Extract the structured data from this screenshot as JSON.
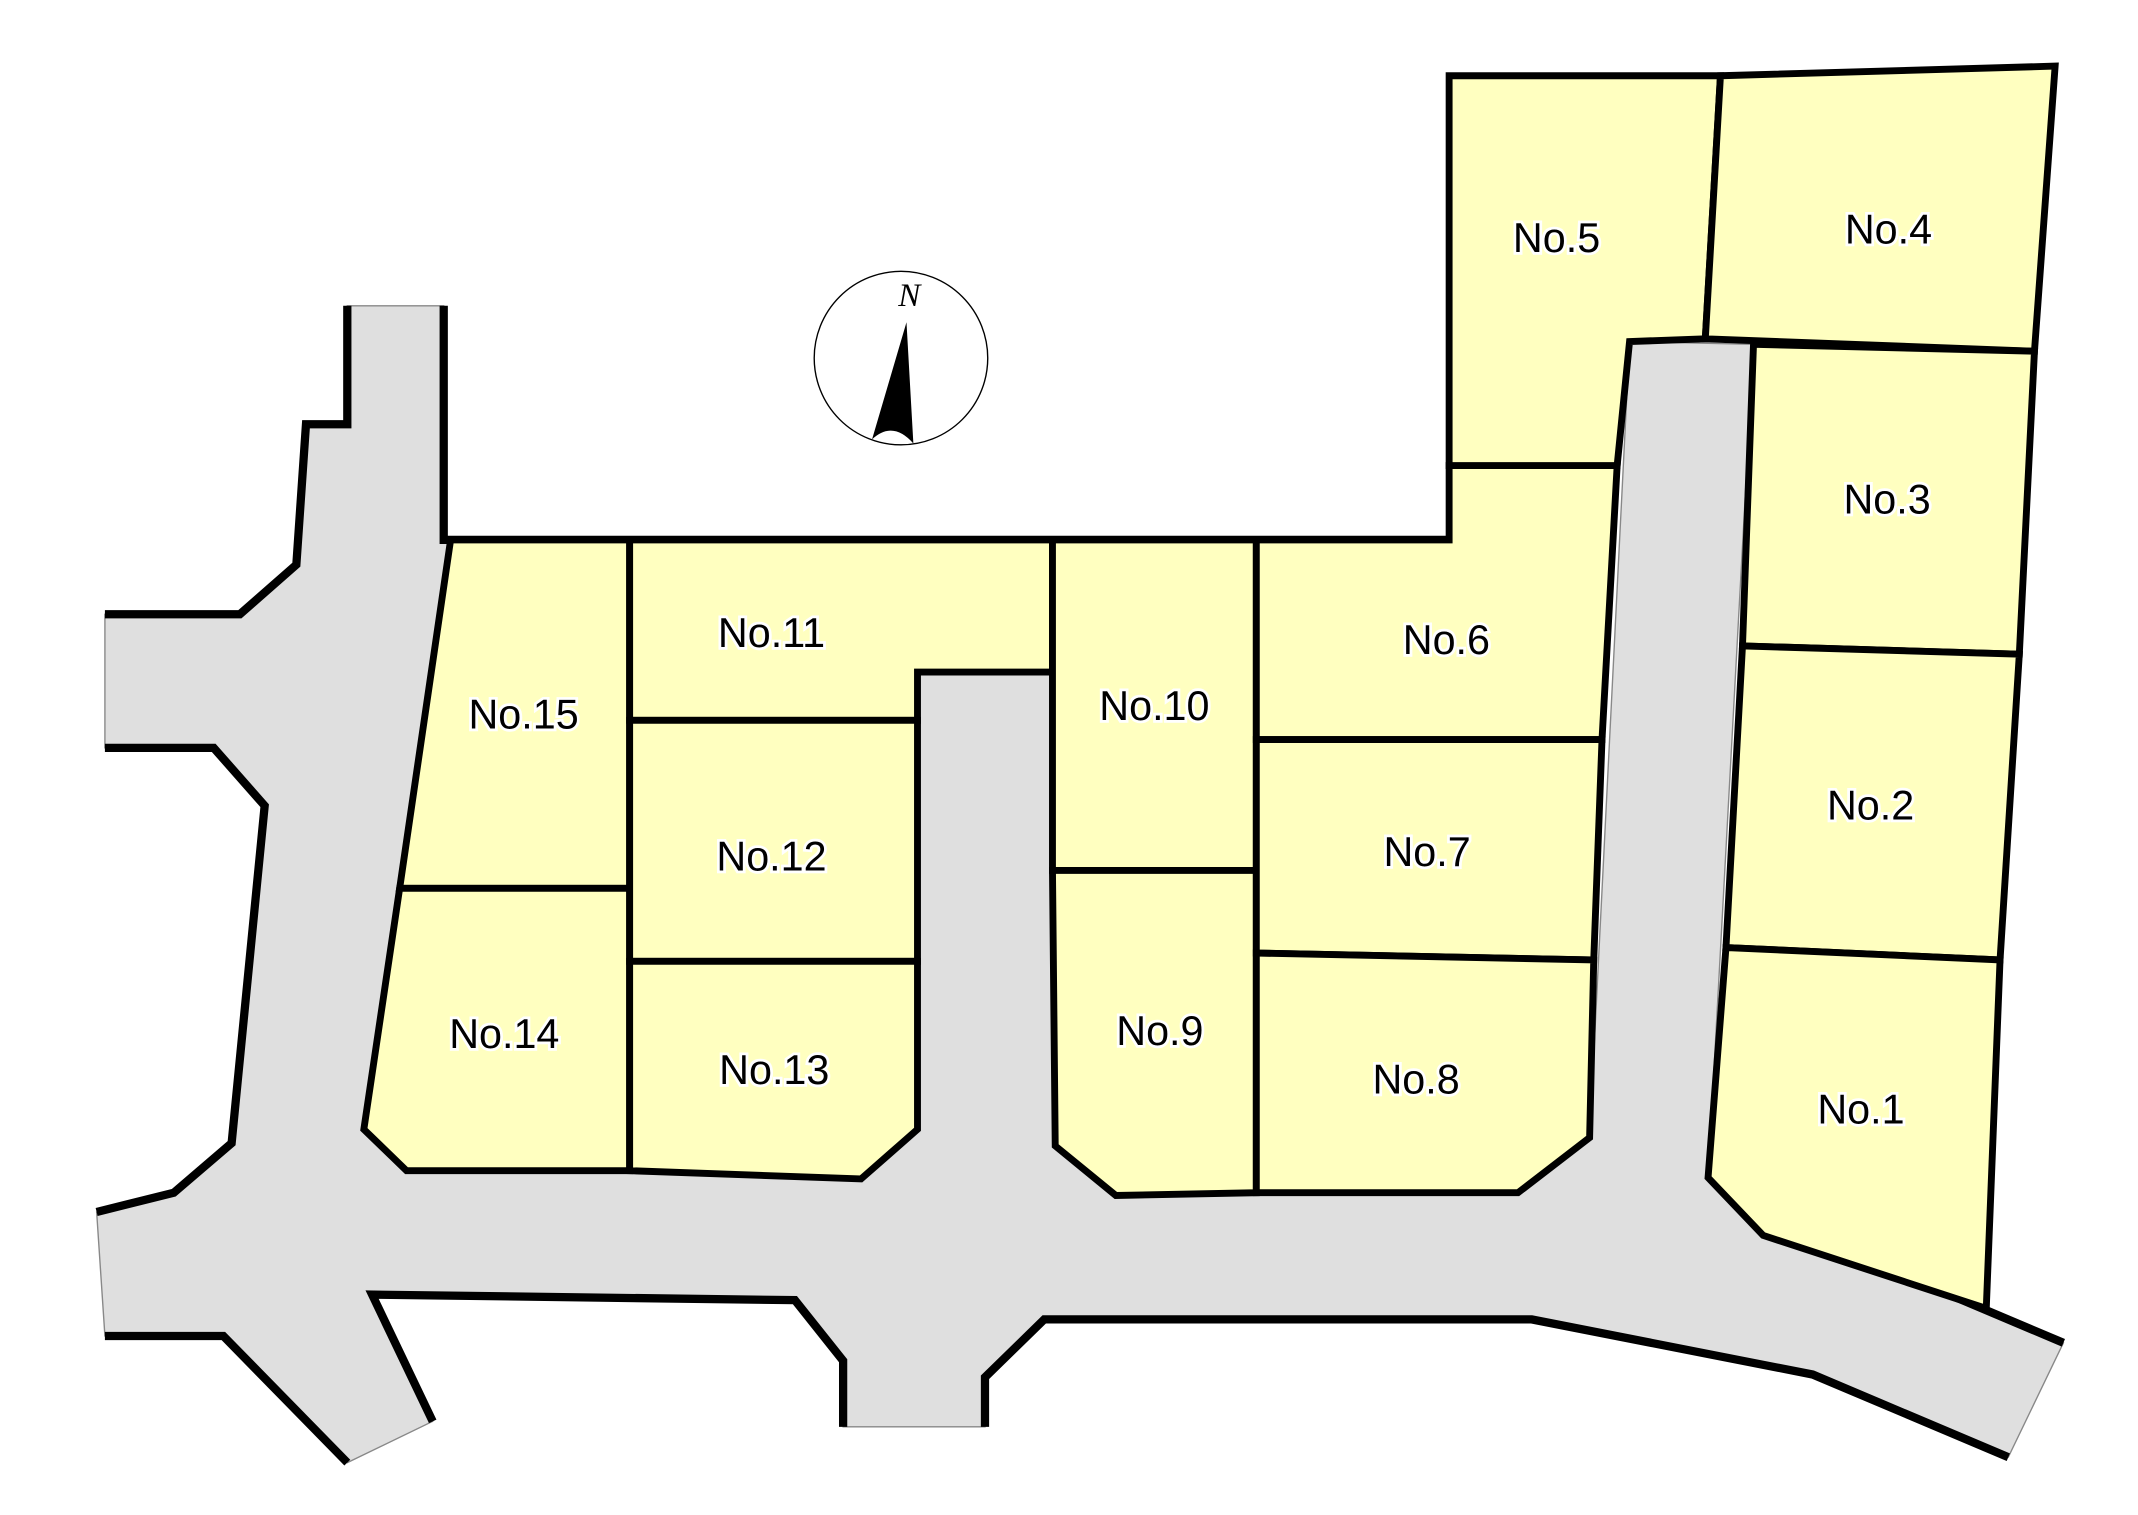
{
  "compass": {
    "label": "N",
    "icon": "north-arrow-icon"
  },
  "lots": [
    {
      "id": "1",
      "label": "No.1"
    },
    {
      "id": "2",
      "label": "No.2"
    },
    {
      "id": "3",
      "label": "No.3"
    },
    {
      "id": "4",
      "label": "No.4"
    },
    {
      "id": "5",
      "label": "No.5"
    },
    {
      "id": "6",
      "label": "No.6"
    },
    {
      "id": "7",
      "label": "No.7"
    },
    {
      "id": "8",
      "label": "No.8"
    },
    {
      "id": "9",
      "label": "No.9"
    },
    {
      "id": "10",
      "label": "No.10"
    },
    {
      "id": "11",
      "label": "No.11"
    },
    {
      "id": "12",
      "label": "No.12"
    },
    {
      "id": "13",
      "label": "No.13"
    },
    {
      "id": "14",
      "label": "No.14"
    },
    {
      "id": "15",
      "label": "No.15"
    }
  ],
  "colors": {
    "lot": "#ffffc0",
    "road": "#dfdfdf"
  }
}
